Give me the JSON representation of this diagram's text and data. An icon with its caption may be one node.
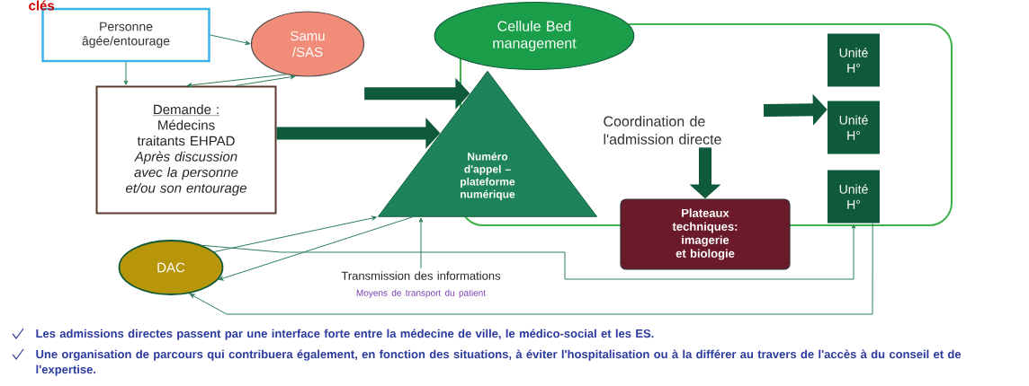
{
  "diagram": {
    "nodes": [
      {
        "text": [
          "Personne âgée/entourage"
        ]
      },
      {
        "text": [
          "Samu /SAS"
        ]
      },
      {
        "text": [
          "Demande :",
          "Médecins traitants EHPAD",
          "Après discussion avec la personne et/ou son entourage"
        ]
      },
      {
        "text": [
          "Cellule Bed management"
        ]
      },
      {
        "text": [],
        "shape": "box"
      },
      {
        "text": [
          "Numéro d'appel – plateforme numérique"
        ]
      },
      {
        "text": [
          "Coordination de l'admission directe"
        ],
        "in": 4
      },
      {
        "text": [
          "Plateaux techniques: imagerie et biologie"
        ]
      },
      {
        "text": [
          "Unité H°"
        ],
        "in": 4
      },
      {
        "text": [
          "Unité H°"
        ],
        "in": 4
      },
      {
        "text": [
          "Unité H°"
        ],
        "in": 4
      },
      {
        "text": [
          "DAC"
        ]
      },
      {
        "text": [
          "Transmission des informations",
          "Moyens de transport du patient"
        ]
      }
    ],
    "edges": [
      {
        "from": 0,
        "to": 1,
        "arrow": "to"
      },
      {
        "from": 0,
        "to": 2,
        "arrow": "to"
      },
      {
        "from": 1,
        "to": 2,
        "arrow": "to"
      },
      {
        "from": 2,
        "to": 1,
        "arrow": "to"
      },
      {
        "from": 1,
        "to": 5,
        "arrow": "to",
        "style": "thick"
      },
      {
        "from": 2,
        "to": 5,
        "arrow": "to",
        "style": "thick"
      },
      {
        "from": 6,
        "to": 9,
        "arrow": "to",
        "style": "thick"
      },
      {
        "from": 6,
        "to": 7,
        "arrow": "to",
        "style": "thick"
      },
      {
        "from": 11,
        "to": 5,
        "arrow": "to"
      },
      {
        "from": 5,
        "to": 11,
        "arrow": "to"
      },
      {
        "from": 12,
        "to": 5,
        "arrow": "to"
      },
      {
        "from": 11,
        "to": 10,
        "arrow": "to"
      },
      {
        "from": 10,
        "to": 11,
        "arrow": "to"
      }
    ],
    "labels": [
      "clés",
      "Les admissions directes passent par une interface forte entre la médecine de ville, le médico-social et les ES.",
      "Une organisation de parcours qui contribuera également, en fonction des situations, à éviter l'hospitalisation ou à la différer au travers de l'accès à du conseil et de l'expertise."
    ]
  }
}
